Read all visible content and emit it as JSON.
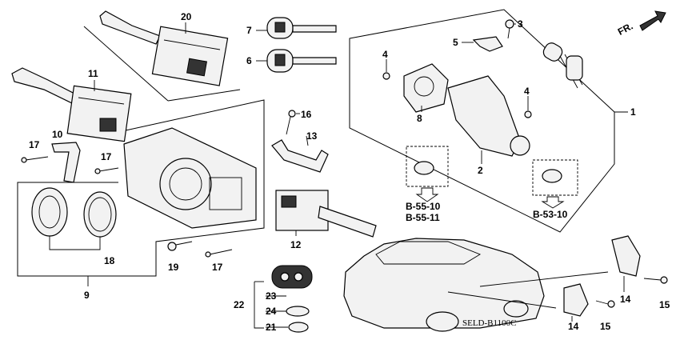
{
  "diagram": {
    "part_labels": {
      "p1": "1",
      "p2": "2",
      "p3": "3",
      "p4a": "4",
      "p4b": "4",
      "p5": "5",
      "p6": "6",
      "p7": "7",
      "p8": "8",
      "p9": "9",
      "p10": "10",
      "p11": "11",
      "p12": "12",
      "p13": "13",
      "p14a": "14",
      "p14b": "14",
      "p15a": "15",
      "p15b": "15",
      "p16": "16",
      "p17a": "17",
      "p17b": "17",
      "p17c": "17",
      "p18": "18",
      "p19": "19",
      "p20": "20",
      "p21": "21",
      "p22": "22",
      "p23": "23",
      "p24": "24"
    },
    "refs": {
      "r1": "B-55-10",
      "r2": "B-55-11",
      "r3": "B-53-10"
    },
    "orientation": "FR.",
    "drawing_code": "SELD-B1100C"
  }
}
